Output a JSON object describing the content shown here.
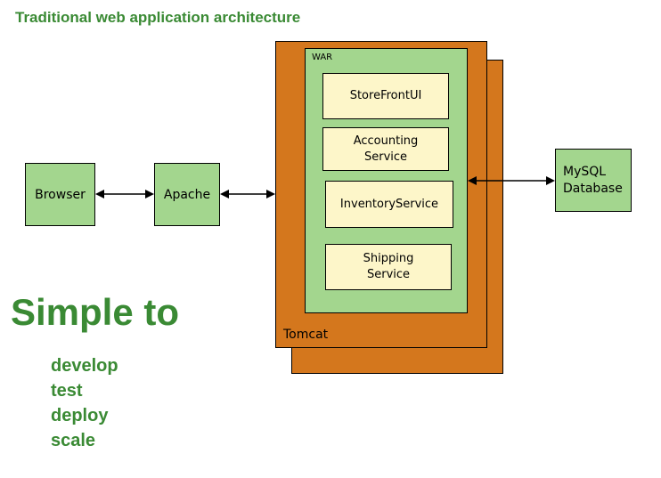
{
  "title": "Traditional web application architecture",
  "nodes": {
    "browser": "Browser",
    "apache": "Apache",
    "mysql": "MySQL\nDatabase",
    "tomcat": "Tomcat",
    "war": "WAR"
  },
  "services": [
    "StoreFrontUI",
    "Accounting\nService",
    "InventoryService",
    "Shipping\nService"
  ],
  "headline": "Simple to",
  "benefits": [
    "develop",
    "test",
    "deploy",
    "scale"
  ],
  "colors": {
    "heading_green": "#3a8a34",
    "box_green": "#a3d68e",
    "tomcat_orange": "#d4771d",
    "service_yellow": "#fdf6c9"
  }
}
